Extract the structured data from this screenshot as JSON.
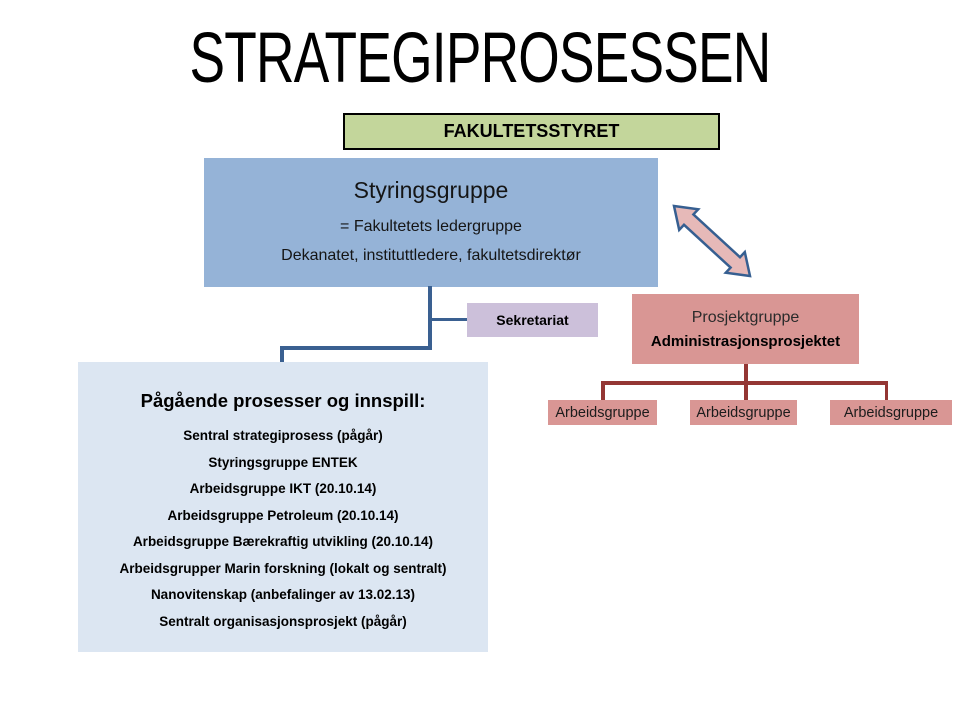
{
  "slide": {
    "title": "STRATEGIPROSESSEN",
    "colors": {
      "green_fill": "#C3D69B",
      "blue_fill": "#95B3D7",
      "light_blue_fill": "#DCE6F2",
      "lavender_fill": "#CCC0DA",
      "pink_fill": "#D99694",
      "red_connector": "#943634",
      "blue_connector": "#3A6091",
      "arrow_fill": "#E6B9B8",
      "arrow_stroke": "#365F91",
      "background": "#FFFFFF"
    }
  },
  "boxes": {
    "fakultetsstyret": {
      "label": "FAKULTETSSTYRET"
    },
    "styringsgruppe": {
      "title": "Styringsgruppe",
      "line1": "= Fakultetets ledergruppe",
      "line2": "Dekanatet, instituttledere, fakultetsdirektør"
    },
    "sekretariat": {
      "label": "Sekretariat"
    },
    "prosjektgruppe": {
      "title": "Prosjektgruppe",
      "subtitle": "Administrasjonsprosjektet"
    },
    "arbeidsgrupper": [
      "Arbeidsgruppe",
      "Arbeidsgruppe",
      "Arbeidsgruppe"
    ],
    "prosesser": {
      "title": "Pågående prosesser og innspill:",
      "items": [
        "Sentral strategiprosess (pågår)",
        "Styringsgruppe ENTEK",
        "Arbeidsgruppe IKT (20.10.14)",
        "Arbeidsgruppe Petroleum (20.10.14)",
        "Arbeidsgruppe Bærekraftig utvikling (20.10.14)",
        "Arbeidsgrupper Marin forskning (lokalt og sentralt)",
        "Nanovitenskap (anbefalinger av 13.02.13)",
        "Sentralt organisasjonsprosjekt (pågår)"
      ]
    }
  },
  "icons": {
    "double_arrow": "double-headed-diagonal-arrow"
  }
}
